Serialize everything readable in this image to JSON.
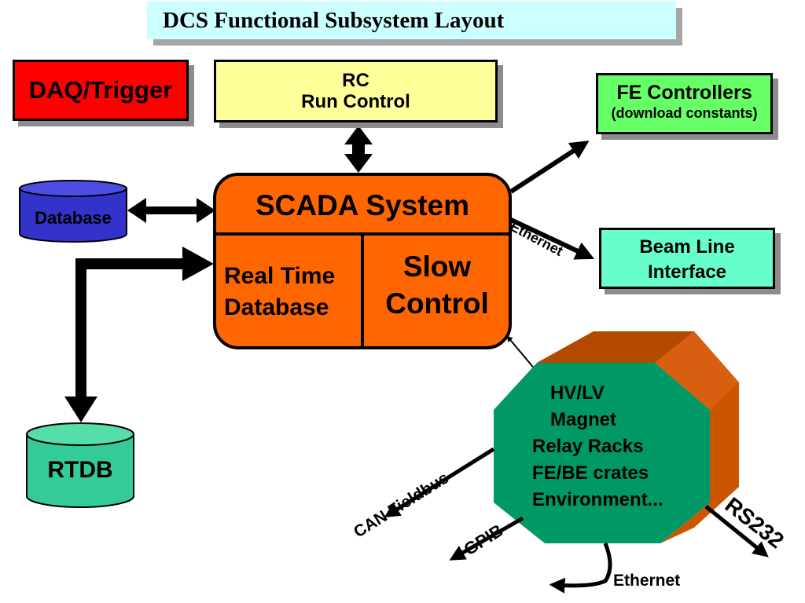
{
  "title": "DCS Functional Subsystem Layout",
  "boxes": {
    "daq": {
      "label": "DAQ/Trigger",
      "color": "#ff0000"
    },
    "rc": {
      "line1": "RC",
      "line2": "Run Control",
      "color": "#ffff99"
    },
    "fe": {
      "line1": "FE Controllers",
      "line2": "(download constants)",
      "color": "#66ff66"
    },
    "beam": {
      "line1": "Beam Line",
      "line2": "Interface",
      "color": "#66ffcc"
    }
  },
  "scada": {
    "title": "SCADA System",
    "rtdb_line1": "Real Time",
    "rtdb_line2": "Database",
    "slow_line1": "Slow",
    "slow_line2": "Control",
    "color": "#ff6600"
  },
  "database_cylinder": {
    "label": "Database",
    "color": "#3333cc"
  },
  "rtdb_cylinder": {
    "label": "RTDB",
    "color": "#33cc99"
  },
  "octagon": {
    "items": [
      "HV/LV",
      "Magnet",
      "Relay Racks",
      "FE/BE crates",
      "Environment..."
    ],
    "color": "#009966",
    "side_color": "#cc5500"
  },
  "links": {
    "ethernet_top": "Ethernet",
    "can": "CAN Fieldbus",
    "gpib": "GPIB",
    "rs232": "RS232",
    "ethernet_bottom": "Ethernet"
  }
}
